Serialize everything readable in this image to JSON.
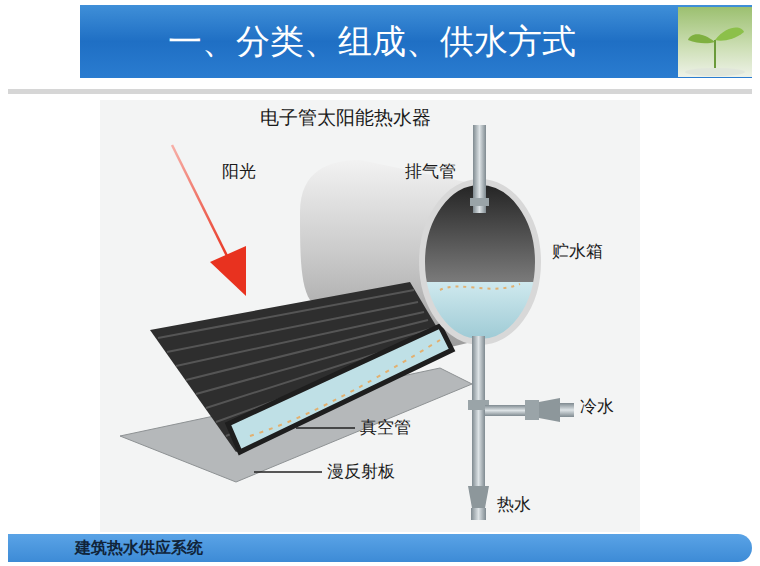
{
  "diagram": {
    "title": "一、分类、组成、供水方式",
    "labels": [
      "电子管太阳能热水器",
      "阳光",
      "排气管",
      "贮水箱",
      "真空管",
      "冷水",
      "漫反射板",
      "热水",
      "建筑热水供应系统"
    ]
  }
}
